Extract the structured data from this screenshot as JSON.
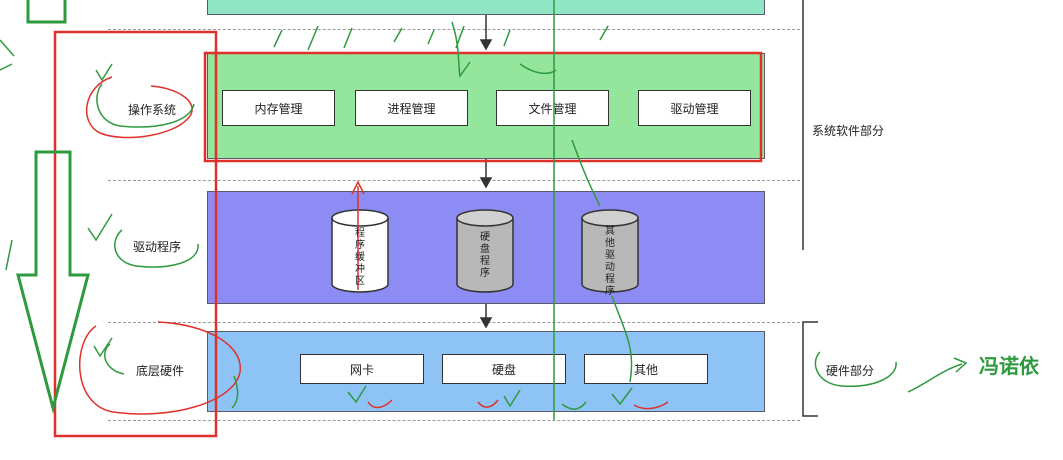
{
  "layers": {
    "top": {},
    "os": {
      "label": "操作系统",
      "components": [
        "内存管理",
        "进程管理",
        "文件管理",
        "驱动管理"
      ]
    },
    "driver": {
      "label": "驱动程序",
      "cylinders": [
        {
          "text": "程序缓冲区",
          "fill": "#ffffff"
        },
        {
          "text": "硬盘程序",
          "fill": "#b8b8b8"
        },
        {
          "text": "其他驱动程序",
          "fill": "#b8b8b8"
        }
      ]
    },
    "hardware": {
      "label": "底层硬件",
      "components": [
        "网卡",
        "硬盘",
        "其他"
      ]
    }
  },
  "side_labels": {
    "system_software": "系统软件部分",
    "hardware_part": "硬件部分"
  },
  "annotations": {
    "handwritten_right": "冯诺依"
  },
  "colors": {
    "top_layer": "#8fe6c4",
    "os_layer": "#93e69c",
    "driver_layer": "#8c8cf4",
    "hardware_layer": "#8ec3f6",
    "red_annotation": "#e0302a",
    "green_annotation": "#2e9a3e"
  }
}
